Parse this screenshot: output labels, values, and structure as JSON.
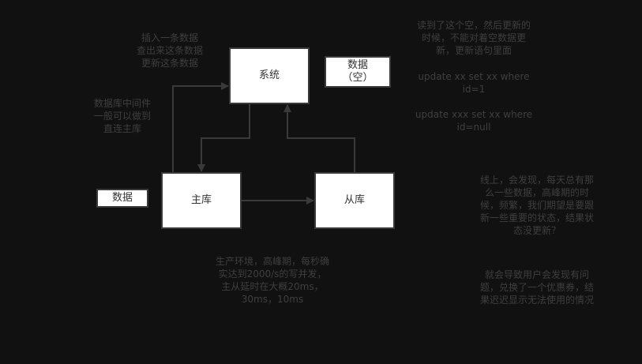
{
  "diagram": {
    "background": "#111111",
    "line_color": "#3a3a3a",
    "text_color": "#3f3f3f",
    "nodes": {
      "system": {
        "label": "系统"
      },
      "data_empty": {
        "label_line1": "数据",
        "label_line2": "（空）"
      },
      "master": {
        "label": "主库"
      },
      "slave": {
        "label": "从库"
      },
      "data": {
        "label": "数据"
      }
    },
    "notes": {
      "insert_query_update": "插入一条数据\n查出来这条数据\n更新这条数据",
      "middleware": "数据库中间件\n一般可以做到\n直连主库",
      "read_empty": "读到了这个空，然后更新的\n时候，不能对着空数据更\n新，更新语句里面",
      "sql1": "update xx set xx where\nid=1",
      "sql2": "update xxx set xx where\nid=null",
      "production": "生产环境，高峰期，每秒确\n实达到2000/s的写并发，\n主从延时在大概20ms，\n30ms，10ms",
      "online_issue": "线上，会发现，每天总有那\n么一些数据，高峰期的时\n候，频繁，我们期望是要跟\n新一些重要的状态，结果状\n态没更新？",
      "user_impact": "就会导致用户会发现有问\n题，兑换了一个优惠券，结\n果迟迟显示无法使用的情况"
    }
  }
}
